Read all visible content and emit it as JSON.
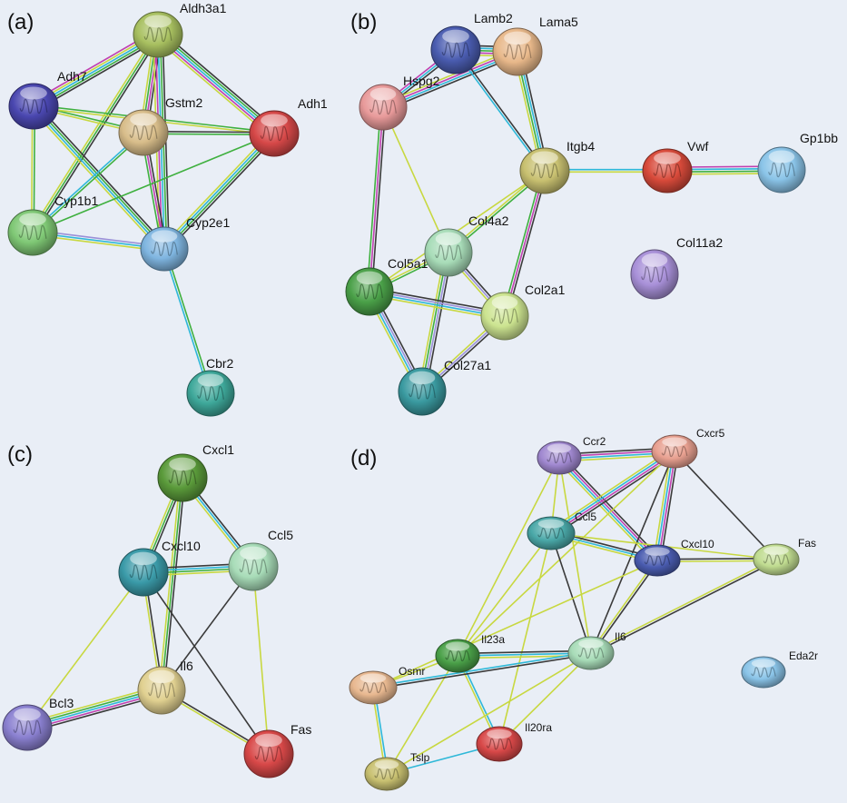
{
  "panels": [
    {
      "id": "a",
      "label": "(a)",
      "nodes": [
        {
          "id": "Aldh3a1",
          "label": "Aldh3a1",
          "color": "#a8c060"
        },
        {
          "id": "Adh7",
          "label": "Adh7",
          "color": "#4a47b0"
        },
        {
          "id": "Gstm2",
          "label": "Gstm2",
          "color": "#d8bd8a"
        },
        {
          "id": "Adh1",
          "label": "Adh1",
          "color": "#d64848"
        },
        {
          "id": "Cyp1b1",
          "label": "Cyp1b1",
          "color": "#7fc875"
        },
        {
          "id": "Cyp2e1",
          "label": "Cyp2e1",
          "color": "#7fb5e0"
        },
        {
          "id": "Cbr2",
          "label": "Cbr2",
          "color": "#3ea89a"
        }
      ],
      "edges": [
        {
          "from": "Aldh3a1",
          "to": "Adh7",
          "types": [
            "black",
            "green",
            "cyan",
            "yellow",
            "magenta"
          ]
        },
        {
          "from": "Aldh3a1",
          "to": "Gstm2",
          "types": [
            "black",
            "magenta",
            "green",
            "yellow"
          ]
        },
        {
          "from": "Aldh3a1",
          "to": "Adh1",
          "types": [
            "black",
            "green",
            "cyan",
            "magenta",
            "yellow"
          ]
        },
        {
          "from": "Aldh3a1",
          "to": "Cyp1b1",
          "types": [
            "black",
            "green",
            "yellow"
          ]
        },
        {
          "from": "Aldh3a1",
          "to": "Cyp2e1",
          "types": [
            "black",
            "green",
            "cyan",
            "magenta",
            "yellow"
          ]
        },
        {
          "from": "Adh7",
          "to": "Gstm2",
          "types": [
            "green",
            "yellow"
          ]
        },
        {
          "from": "Adh7",
          "to": "Cyp2e1",
          "types": [
            "black",
            "green",
            "cyan",
            "yellow"
          ]
        },
        {
          "from": "Adh7",
          "to": "Adh1",
          "types": [
            "green",
            "yellow"
          ]
        },
        {
          "from": "Adh7",
          "to": "Cyp1b1",
          "types": [
            "green",
            "yellow"
          ]
        },
        {
          "from": "Gstm2",
          "to": "Adh1",
          "types": [
            "black",
            "green"
          ]
        },
        {
          "from": "Gstm2",
          "to": "Cyp1b1",
          "types": [
            "green",
            "cyan"
          ]
        },
        {
          "from": "Gstm2",
          "to": "Cyp2e1",
          "types": [
            "black",
            "magenta",
            "green"
          ]
        },
        {
          "from": "Adh1",
          "to": "Cyp2e1",
          "types": [
            "black",
            "green",
            "cyan",
            "yellow"
          ]
        },
        {
          "from": "Cyp1b1",
          "to": "Cyp2e1",
          "types": [
            "lavender",
            "cyan",
            "yellow"
          ]
        },
        {
          "from": "Cyp1b1",
          "to": "Adh1",
          "types": [
            "green"
          ]
        },
        {
          "from": "Cyp2e1",
          "to": "Cbr2",
          "types": [
            "green",
            "cyan"
          ]
        }
      ]
    },
    {
      "id": "b",
      "label": "(b)",
      "nodes": [
        {
          "id": "Lamb2",
          "label": "Lamb2",
          "color": "#4a5cb0"
        },
        {
          "id": "Lama5",
          "label": "Lama5",
          "color": "#e8b88a"
        },
        {
          "id": "Hspg2",
          "label": "Hspg2",
          "color": "#e89a9a"
        },
        {
          "id": "Itgb4",
          "label": "Itgb4",
          "color": "#c8c070"
        },
        {
          "id": "Vwf",
          "label": "Vwf",
          "color": "#d84a3a"
        },
        {
          "id": "Gp1bb",
          "label": "Gp1bb",
          "color": "#8ac4e8"
        },
        {
          "id": "Col4a2",
          "label": "Col4a2",
          "color": "#a8dcb8"
        },
        {
          "id": "Col5a1",
          "label": "Col5a1",
          "color": "#4aa048"
        },
        {
          "id": "Col2a1",
          "label": "Col2a1",
          "color": "#cce490"
        },
        {
          "id": "Col27a1",
          "label": "Col27a1",
          "color": "#3a9aa0"
        },
        {
          "id": "Col11a2",
          "label": "Col11a2",
          "color": "#a890d8"
        }
      ],
      "edges": [
        {
          "from": "Lamb2",
          "to": "Lama5",
          "types": [
            "black",
            "cyan",
            "green",
            "magenta",
            "yellow"
          ]
        },
        {
          "from": "Lamb2",
          "to": "Hspg2",
          "types": [
            "black",
            "cyan",
            "magenta"
          ]
        },
        {
          "from": "Lama5",
          "to": "Hspg2",
          "types": [
            "black",
            "cyan",
            "magenta",
            "yellow"
          ]
        },
        {
          "from": "Lamb2",
          "to": "Itgb4",
          "types": [
            "black",
            "cyan"
          ]
        },
        {
          "from": "Lama5",
          "to": "Itgb4",
          "types": [
            "black",
            "cyan",
            "green",
            "yellow"
          ]
        },
        {
          "from": "Hspg2",
          "to": "Col4a2",
          "types": [
            "yellow"
          ]
        },
        {
          "from": "Hspg2",
          "to": "Col5a1",
          "types": [
            "black",
            "magenta",
            "green"
          ]
        },
        {
          "from": "Itgb4",
          "to": "Vwf",
          "types": [
            "cyan",
            "yellow"
          ]
        },
        {
          "from": "Vwf",
          "to": "Gp1bb",
          "types": [
            "magenta",
            "cyan",
            "green",
            "yellow"
          ]
        },
        {
          "from": "Itgb4",
          "to": "Col4a2",
          "types": [
            "green",
            "yellow"
          ]
        },
        {
          "from": "Itgb4",
          "to": "Col5a1",
          "types": [
            "yellow"
          ]
        },
        {
          "from": "Itgb4",
          "to": "Col2a1",
          "types": [
            "black",
            "magenta",
            "green"
          ]
        },
        {
          "from": "Col4a2",
          "to": "Col5a1",
          "types": [
            "green",
            "yellow"
          ]
        },
        {
          "from": "Col4a2",
          "to": "Col2a1",
          "types": [
            "black",
            "lavender",
            "yellow"
          ]
        },
        {
          "from": "Col4a2",
          "to": "Col27a1",
          "types": [
            "black",
            "lavender",
            "green",
            "yellow"
          ]
        },
        {
          "from": "Col5a1",
          "to": "Col2a1",
          "types": [
            "black",
            "lavender",
            "cyan",
            "yellow"
          ]
        },
        {
          "from": "Col5a1",
          "to": "Col27a1",
          "types": [
            "black",
            "lavender",
            "cyan",
            "yellow"
          ]
        },
        {
          "from": "Col2a1",
          "to": "Col27a1",
          "types": [
            "black",
            "lavender",
            "yellow"
          ]
        }
      ]
    },
    {
      "id": "c",
      "label": "(c)",
      "nodes": [
        {
          "id": "Cxcl1",
          "label": "Cxcl1",
          "color": "#5a9a3a"
        },
        {
          "id": "Cxcl10",
          "label": "Cxcl10",
          "color": "#3a9aa8"
        },
        {
          "id": "Ccl5",
          "label": "Ccl5",
          "color": "#a8dcb8"
        },
        {
          "id": "Il6",
          "label": "Il6",
          "color": "#e0d090"
        },
        {
          "id": "Bcl3",
          "label": "Bcl3",
          "color": "#8a80d0"
        },
        {
          "id": "Fas",
          "label": "Fas",
          "color": "#d84848"
        }
      ],
      "edges": [
        {
          "from": "Cxcl1",
          "to": "Cxcl10",
          "types": [
            "black",
            "green",
            "yellow"
          ]
        },
        {
          "from": "Cxcl1",
          "to": "Ccl5",
          "types": [
            "black",
            "cyan",
            "yellow"
          ]
        },
        {
          "from": "Cxcl1",
          "to": "Il6",
          "types": [
            "black",
            "green",
            "yellow"
          ]
        },
        {
          "from": "Cxcl10",
          "to": "Ccl5",
          "types": [
            "black",
            "cyan",
            "green",
            "yellow"
          ]
        },
        {
          "from": "Cxcl10",
          "to": "Il6",
          "types": [
            "black",
            "yellow"
          ]
        },
        {
          "from": "Cxcl10",
          "to": "Bcl3",
          "types": [
            "yellow"
          ]
        },
        {
          "from": "Cxcl10",
          "to": "Fas",
          "types": [
            "black"
          ]
        },
        {
          "from": "Ccl5",
          "to": "Il6",
          "types": [
            "black"
          ]
        },
        {
          "from": "Ccl5",
          "to": "Fas",
          "types": [
            "yellow"
          ]
        },
        {
          "from": "Il6",
          "to": "Bcl3",
          "types": [
            "black",
            "magenta",
            "cyan",
            "green",
            "yellow"
          ]
        },
        {
          "from": "Il6",
          "to": "Fas",
          "types": [
            "black",
            "yellow"
          ]
        }
      ]
    },
    {
      "id": "d",
      "label": "(d)",
      "nodes": [
        {
          "id": "Ccr2",
          "label": "Ccr2",
          "color": "#a088d0"
        },
        {
          "id": "Cxcr5",
          "label": "Cxcr5",
          "color": "#e8a090"
        },
        {
          "id": "Ccl5",
          "label": "Ccl5",
          "color": "#4aa8a8"
        },
        {
          "id": "Cxcl10",
          "label": "Cxcl10",
          "color": "#4a5cb0"
        },
        {
          "id": "Fas",
          "label": "Fas",
          "color": "#c0dc90"
        },
        {
          "id": "Il23a",
          "label": "Il23a",
          "color": "#4aa048"
        },
        {
          "id": "Il6",
          "label": "Il6",
          "color": "#a8dcb8"
        },
        {
          "id": "Eda2r",
          "label": "Eda2r",
          "color": "#8ac4e8"
        },
        {
          "id": "Osmr",
          "label": "Osmr",
          "color": "#e8b890"
        },
        {
          "id": "Il20ra",
          "label": "Il20ra",
          "color": "#d84848"
        },
        {
          "id": "Tslp",
          "label": "Tslp",
          "color": "#c8c070"
        }
      ],
      "edges": [
        {
          "from": "Ccr2",
          "to": "Cxcr5",
          "types": [
            "black",
            "magenta",
            "cyan",
            "yellow"
          ]
        },
        {
          "from": "Ccr2",
          "to": "Ccl5",
          "types": [
            "yellow"
          ]
        },
        {
          "from": "Ccr2",
          "to": "Cxcl10",
          "types": [
            "black",
            "magenta",
            "cyan",
            "yellow"
          ]
        },
        {
          "from": "Ccr2",
          "to": "Il6",
          "types": [
            "yellow"
          ]
        },
        {
          "from": "Ccr2",
          "to": "Il23a",
          "types": [
            "yellow"
          ]
        },
        {
          "from": "Cxcr5",
          "to": "Ccl5",
          "types": [
            "black",
            "magenta",
            "cyan",
            "yellow"
          ]
        },
        {
          "from": "Cxcr5",
          "to": "Cxcl10",
          "types": [
            "black",
            "magenta",
            "cyan",
            "yellow"
          ]
        },
        {
          "from": "Cxcr5",
          "to": "Fas",
          "types": [
            "black"
          ]
        },
        {
          "from": "Cxcr5",
          "to": "Il6",
          "types": [
            "black"
          ]
        },
        {
          "from": "Cxcr5",
          "to": "Il23a",
          "types": [
            "yellow"
          ]
        },
        {
          "from": "Ccl5",
          "to": "Cxcl10",
          "types": [
            "black",
            "cyan",
            "yellow"
          ]
        },
        {
          "from": "Ccl5",
          "to": "Fas",
          "types": [
            "yellow"
          ]
        },
        {
          "from": "Ccl5",
          "to": "Il6",
          "types": [
            "black"
          ]
        },
        {
          "from": "Ccl5",
          "to": "Il23a",
          "types": [
            "yellow"
          ]
        },
        {
          "from": "Ccl5",
          "to": "Il20ra",
          "types": [
            "yellow"
          ]
        },
        {
          "from": "Cxcl10",
          "to": "Fas",
          "types": [
            "black",
            "yellow"
          ]
        },
        {
          "from": "Cxcl10",
          "to": "Il6",
          "types": [
            "black",
            "yellow"
          ]
        },
        {
          "from": "Cxcl10",
          "to": "Osmr",
          "types": [
            "yellow"
          ]
        },
        {
          "from": "Fas",
          "to": "Il6",
          "types": [
            "black",
            "yellow"
          ]
        },
        {
          "from": "Il23a",
          "to": "Il6",
          "types": [
            "black",
            "cyan",
            "yellow"
          ]
        },
        {
          "from": "Il23a",
          "to": "Osmr",
          "types": [
            "yellow"
          ]
        },
        {
          "from": "Il23a",
          "to": "Il20ra",
          "types": [
            "cyan",
            "yellow"
          ]
        },
        {
          "from": "Il23a",
          "to": "Tslp",
          "types": [
            "yellow"
          ]
        },
        {
          "from": "Il6",
          "to": "Osmr",
          "types": [
            "black",
            "cyan"
          ]
        },
        {
          "from": "Il6",
          "to": "Il20ra",
          "types": [
            "yellow"
          ]
        },
        {
          "from": "Il6",
          "to": "Tslp",
          "types": [
            "yellow"
          ]
        },
        {
          "from": "Osmr",
          "to": "Tslp",
          "types": [
            "cyan",
            "yellow"
          ]
        },
        {
          "from": "Tslp",
          "to": "Il20ra",
          "types": [
            "cyan"
          ]
        }
      ]
    }
  ],
  "edge_colors": {
    "black": "#3a3a3a",
    "green": "#3fb03f",
    "cyan": "#2eb8d8",
    "yellow": "#c8d840",
    "magenta": "#c040b0",
    "lavender": "#9a90d8"
  }
}
